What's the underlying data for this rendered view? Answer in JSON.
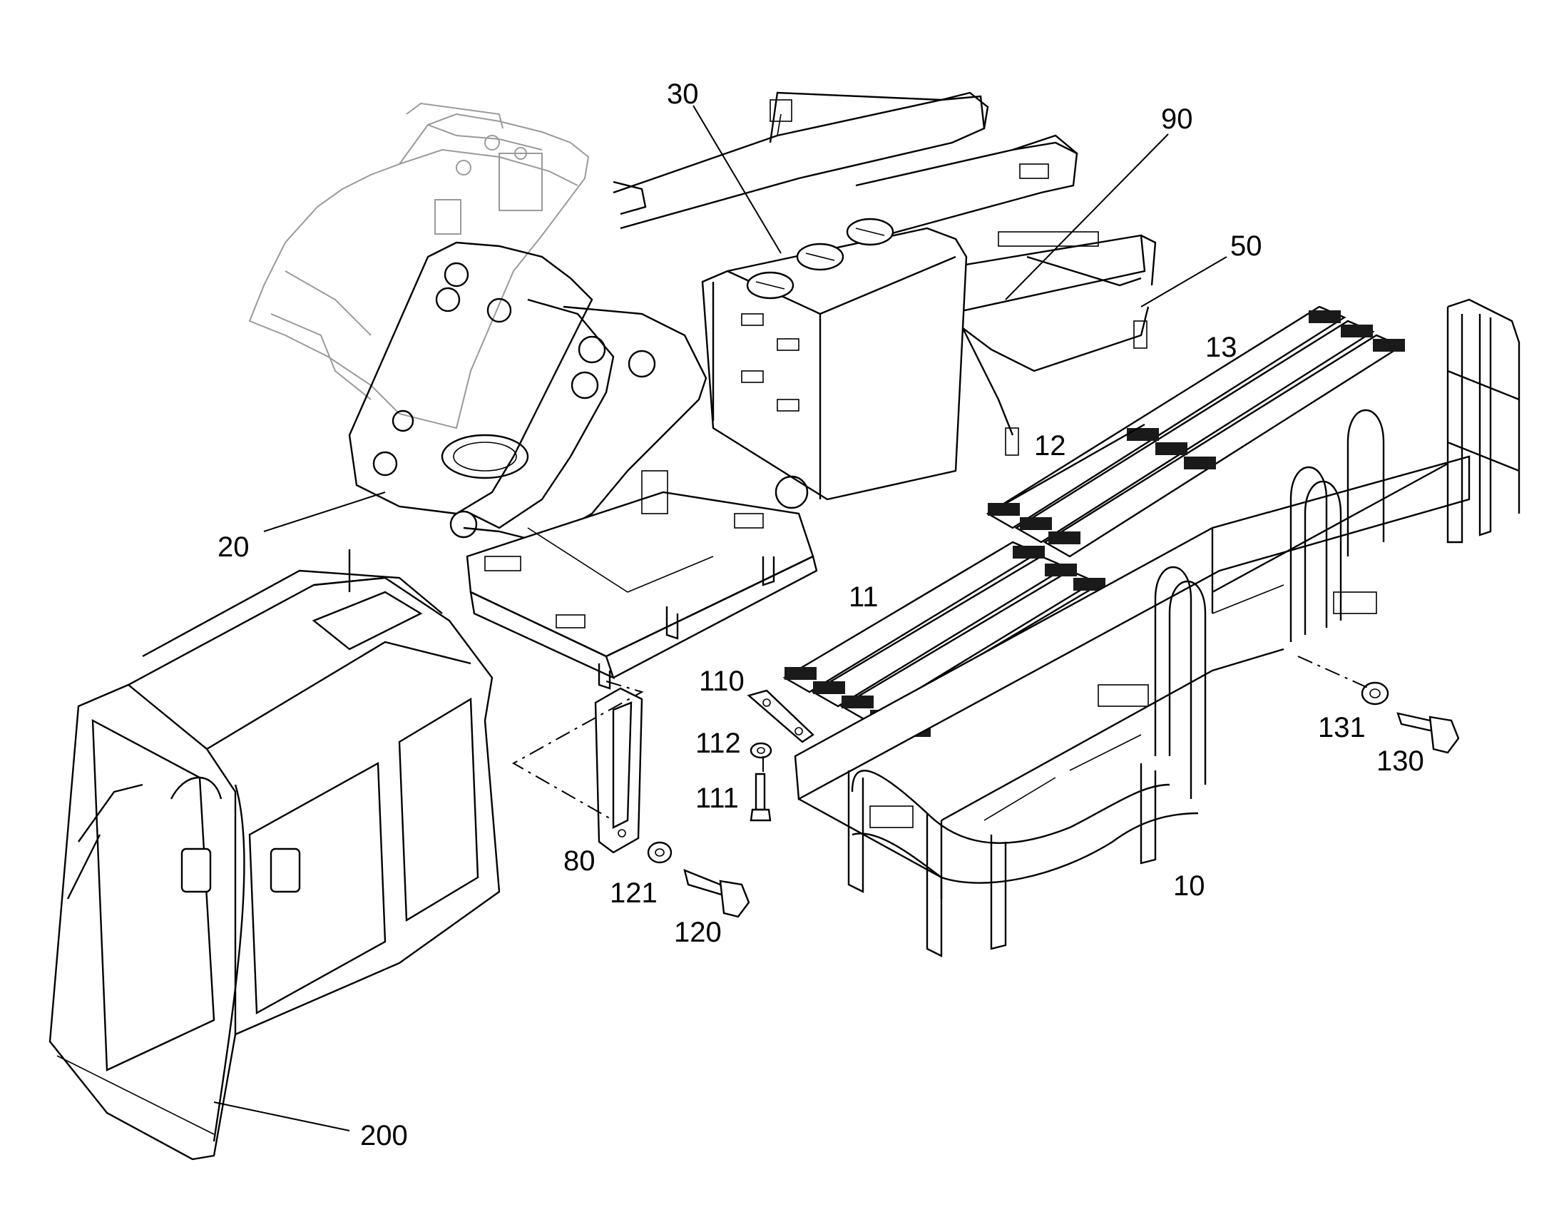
{
  "callouts": [
    {
      "id": "c30",
      "text": "30"
    },
    {
      "id": "c90",
      "text": "90"
    },
    {
      "id": "c50",
      "text": "50"
    },
    {
      "id": "c13",
      "text": "13"
    },
    {
      "id": "c12",
      "text": "12"
    },
    {
      "id": "c11",
      "text": "11"
    },
    {
      "id": "c20",
      "text": "20"
    },
    {
      "id": "c110",
      "text": "110"
    },
    {
      "id": "c112",
      "text": "112"
    },
    {
      "id": "c111",
      "text": "111"
    },
    {
      "id": "c80",
      "text": "80"
    },
    {
      "id": "c121",
      "text": "121"
    },
    {
      "id": "c120",
      "text": "120"
    },
    {
      "id": "c131",
      "text": "131"
    },
    {
      "id": "c130",
      "text": "130"
    },
    {
      "id": "c10",
      "text": "10"
    },
    {
      "id": "c200",
      "text": "200"
    }
  ],
  "colors": {
    "line": "#000000",
    "ghost_outline": "#9a9a9a",
    "background": "#ffffff"
  }
}
